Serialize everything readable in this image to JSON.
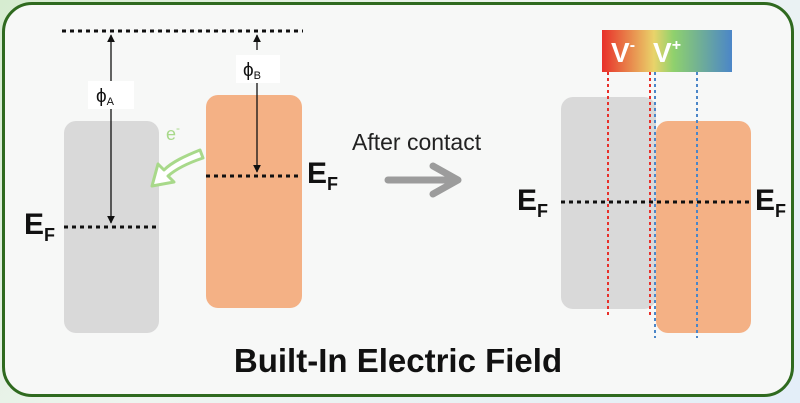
{
  "diagram": {
    "left": {
      "phi_a_symbol": "ϕ",
      "phi_a_sub": "A",
      "phi_b_symbol": "ϕ",
      "phi_b_sub": "B",
      "electron_label": "e",
      "electron_sup": "-",
      "ef_a_main": "E",
      "ef_a_sub": "F",
      "ef_b_main": "E",
      "ef_b_sub": "F"
    },
    "transition": {
      "label": "After contact"
    },
    "right": {
      "v_minus_main": "V",
      "v_minus_sup": "-",
      "v_plus_main": "V",
      "v_plus_sup": "+",
      "ef_left_main": "E",
      "ef_left_sub": "F",
      "ef_right_main": "E",
      "ef_right_sub": "F"
    },
    "title": "Built-In Electric Field",
    "colors": {
      "frame_border": "#2f6a1f",
      "metal_a": "#d9d9d9",
      "metal_b": "#f4b185",
      "electron_arrow": "#a8d98a",
      "contact_arrow": "#9c9c9c",
      "negative_side": "#e8302a",
      "positive_side": "#4b86c8"
    }
  }
}
